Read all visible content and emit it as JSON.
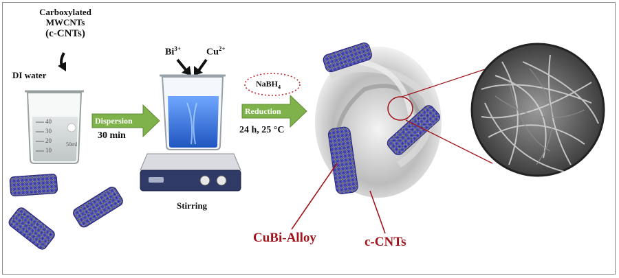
{
  "reagent": {
    "line1": "Carboxylated",
    "line2": "MWCNTs",
    "line3": "(c-CNTs)"
  },
  "solvent_label": "DI water",
  "beaker_marks": [
    "40",
    "30",
    "20",
    "10"
  ],
  "beaker_volume": "50ml",
  "ions": {
    "bi": "Bi",
    "bi_charge": "3+",
    "cu": "Cu",
    "cu_charge": "2+"
  },
  "step1": {
    "label": "Dispersion",
    "time": "30 min"
  },
  "stirring_label": "Stirring",
  "reducer": {
    "main": "NaBH",
    "sub": "4"
  },
  "step2": {
    "label": "Reduction",
    "conditions": "24 h, 25 °C"
  },
  "product_labels": {
    "alloy": "CuBi-Alloy",
    "cnt": "c-CNTs"
  },
  "colors": {
    "arrow_green": "#7fb24a",
    "label_red": "#a0131b",
    "solution_blue": "#2f6fd6",
    "cnt_blue": "#3a3aa8"
  }
}
